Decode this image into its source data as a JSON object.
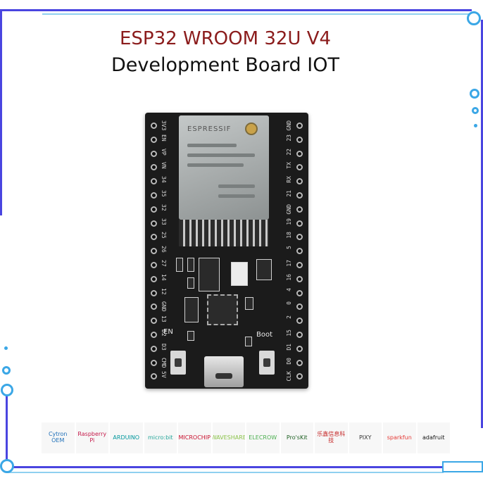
{
  "title_line1": "ESP32 WROOM 32U V4",
  "title_line2": "Development Board IOT",
  "colors": {
    "title_accent": "#8b1c1c",
    "frame": "#4a45e0",
    "frame_ring": "#3ba7e6",
    "board": "#1b1b1b"
  },
  "board": {
    "module_brand": "ESPRESSIF",
    "en_label": "EN",
    "boot_label": "Boot",
    "left_pins": [
      "3V3",
      "EN",
      "VP",
      "VN",
      "34",
      "35",
      "32",
      "33",
      "25",
      "26",
      "27",
      "14",
      "12",
      "GND",
      "13",
      "D2",
      "D3",
      "CMD",
      "5V"
    ],
    "right_pins": [
      "GND",
      "23",
      "22",
      "TX",
      "RX",
      "21",
      "GND",
      "19",
      "18",
      "5",
      "17",
      "16",
      "4",
      "0",
      "2",
      "15",
      "D1",
      "D0",
      "CLK"
    ]
  },
  "logos": [
    {
      "name": "cytron-logo",
      "label": "Cytron OEM",
      "color": "#1e6fb8"
    },
    {
      "name": "raspberry-pi-logo",
      "label": "Raspberry Pi",
      "color": "#c51a4a"
    },
    {
      "name": "arduino-logo",
      "label": "ARDUINO",
      "color": "#00979c"
    },
    {
      "name": "microbit-logo",
      "label": "micro:bit",
      "color": "#26a69a"
    },
    {
      "name": "microchip-logo",
      "label": "MICROCHIP",
      "color": "#c8102e"
    },
    {
      "name": "waveshare-logo",
      "label": "WAVESHARE",
      "color": "#8bc34a"
    },
    {
      "name": "elecrow-logo",
      "label": "ELECROW",
      "color": "#4caf50"
    },
    {
      "name": "proskit-logo",
      "label": "Pro'sKit",
      "color": "#1b5e20"
    },
    {
      "name": "brand-logo",
      "label": "乐鑫信息科技",
      "color": "#c62828"
    },
    {
      "name": "pixy-logo",
      "label": "PIXY",
      "color": "#333333"
    },
    {
      "name": "sparkfun-logo",
      "label": "sparkfun",
      "color": "#e53935"
    },
    {
      "name": "adafruit-logo",
      "label": "adafruit",
      "color": "#111111"
    }
  ]
}
